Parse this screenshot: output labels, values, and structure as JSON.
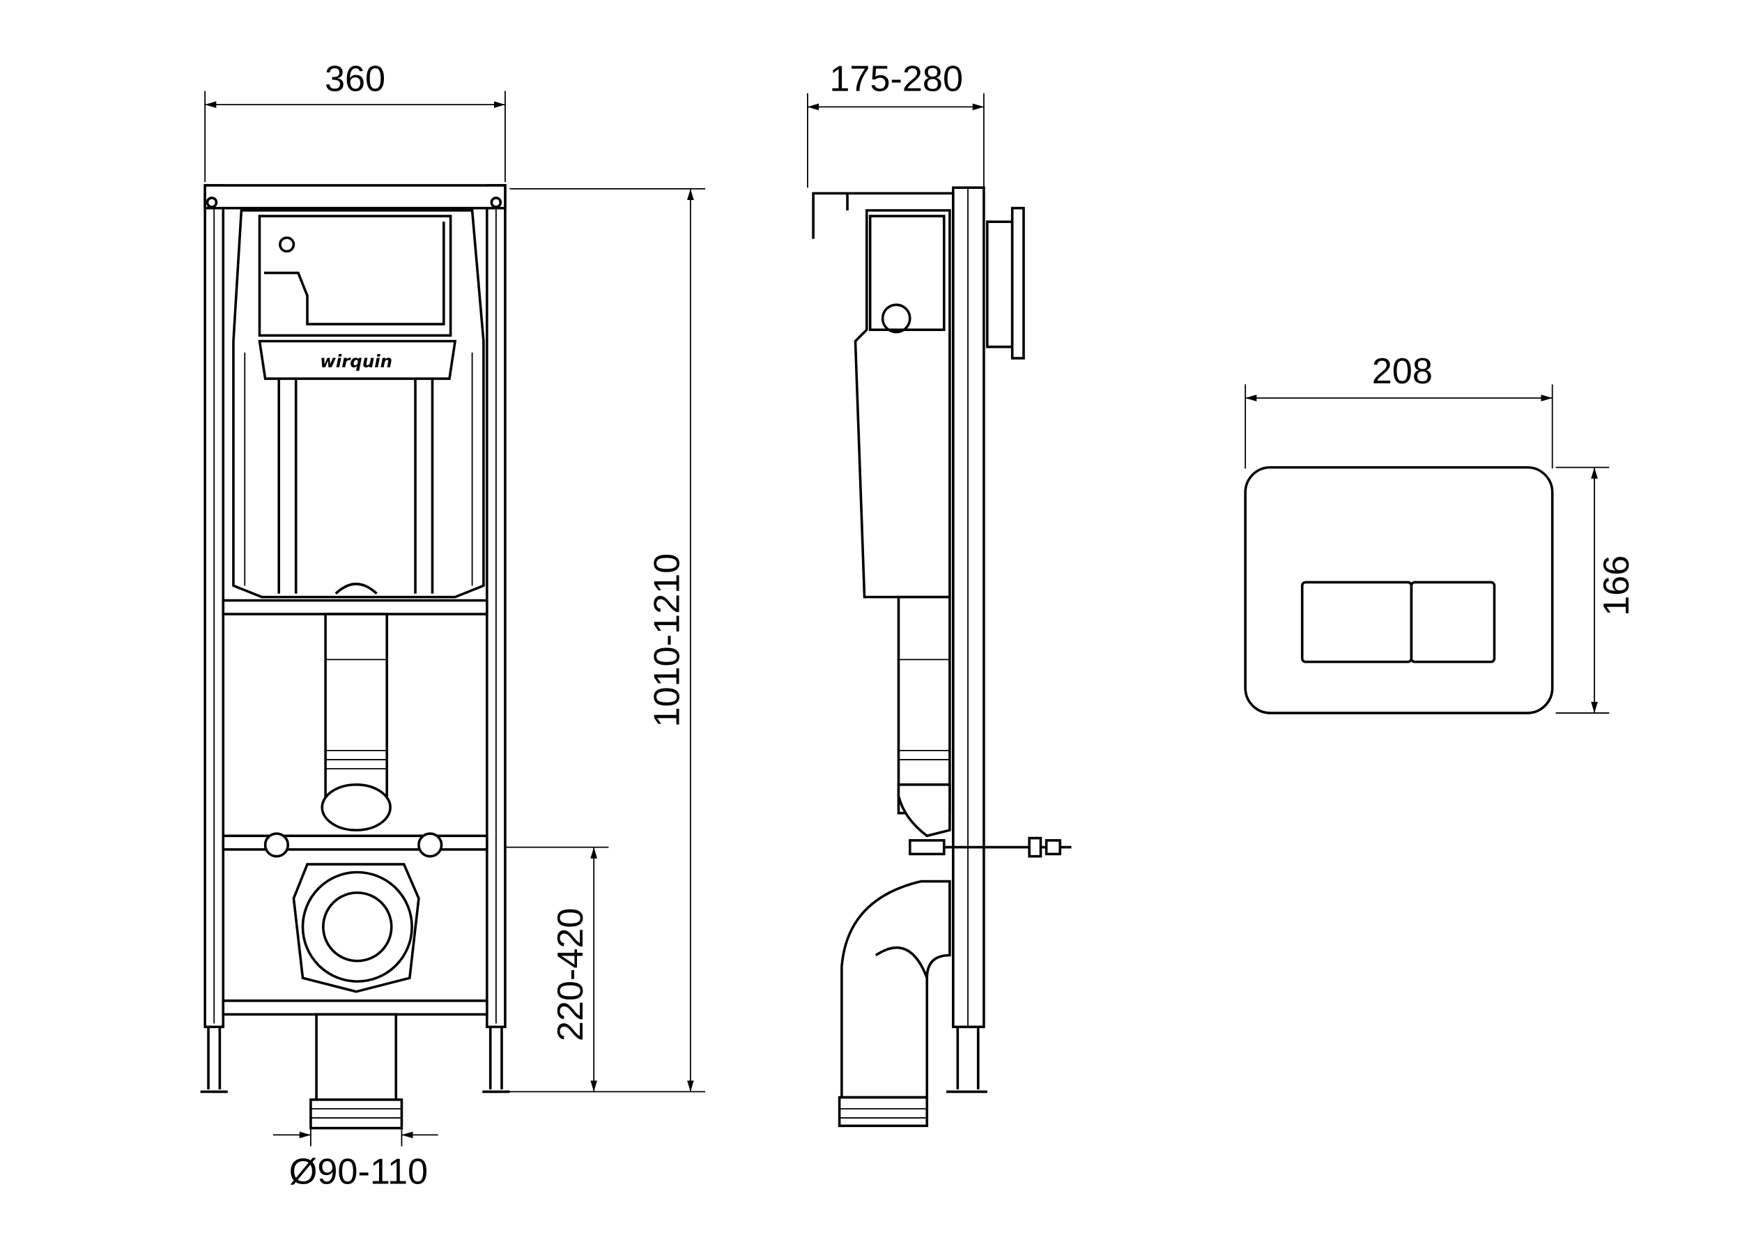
{
  "front_view": {
    "width_label": "360",
    "height_label": "1010-1210",
    "outlet_height_label": "220-420",
    "outlet_diameter_label": "Ø90-110",
    "brand": "wirquin"
  },
  "side_view": {
    "depth_label": "175-280"
  },
  "flush_plate": {
    "width_label": "208",
    "height_label": "166"
  }
}
